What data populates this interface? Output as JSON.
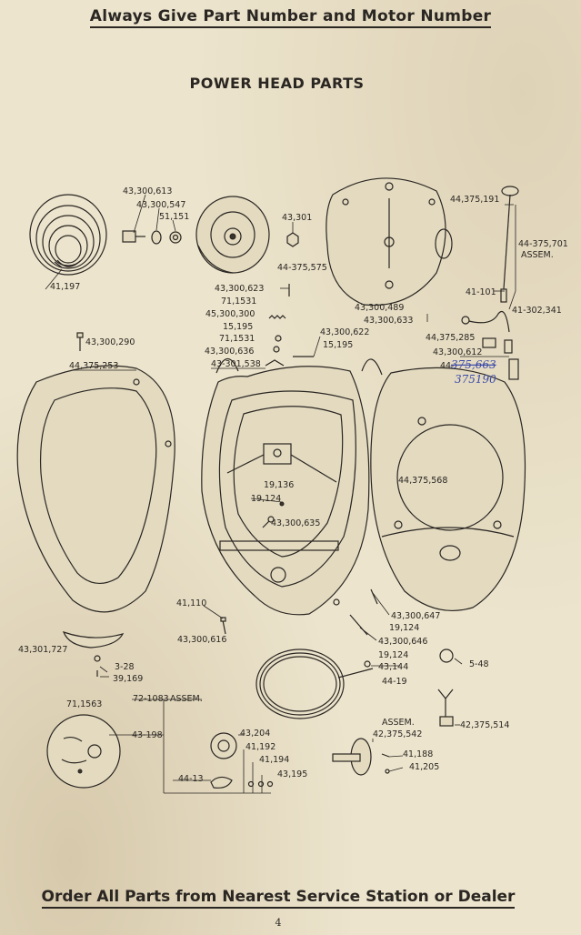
{
  "header": {
    "title": "Always Give Part Number and Motor Number"
  },
  "section": {
    "title": "POWER HEAD PARTS"
  },
  "parts": {
    "p1": "43,300,613",
    "p2": "43,300,547",
    "p3": "51,151",
    "p4": "41,197",
    "p5": "43,301",
    "p6": "44-375,575",
    "p7": "44,375,191",
    "p8": "44-375,701",
    "p9": "ASSEM.",
    "p10": "41-101",
    "p11": "41-302,341",
    "p12": "43,300,489",
    "p13": "43,300,633",
    "p14": "43,300,623",
    "p15": "71,1531",
    "p16": "45,300,300",
    "p17": "15,195",
    "p18": "71,1531",
    "p19": "43,300,636",
    "p20": "43-301,538",
    "p21": "43,300,622",
    "p22": "15,195",
    "p23": "43,300,290",
    "p24": "44,375,253",
    "p25": "44,375,285",
    "p26": "43,300,612",
    "p27": "44-",
    "p28": "375,663",
    "p29": "375190",
    "p30": "44,375,568",
    "p31": "19,136",
    "p32": "19,124",
    "p33": "43,300,635",
    "p34": "41,110",
    "p35": "43,300,616",
    "p36": "43,300,647",
    "p37": "19,124",
    "p38": "43,300,646",
    "p39": "19,124",
    "p40": "43,144",
    "p41": "44-19",
    "p42": "5-48",
    "p43": "43,301,727",
    "p44": "3-28",
    "p45": "39,169",
    "p46": "71,1563",
    "p47": "72-1083",
    "p48": "ASSEM.",
    "p49": "43-198",
    "p50": "43,204",
    "p51": "41,192",
    "p52": "41,194",
    "p53": "43,195",
    "p54": "44-13",
    "p55": "ASSEM.",
    "p56": "42,375,542",
    "p57": "42,375,514",
    "p58": "41,188",
    "p59": "41,205"
  },
  "footer": {
    "title": "Order All Parts from Nearest Service Station or Dealer",
    "page": "4"
  }
}
